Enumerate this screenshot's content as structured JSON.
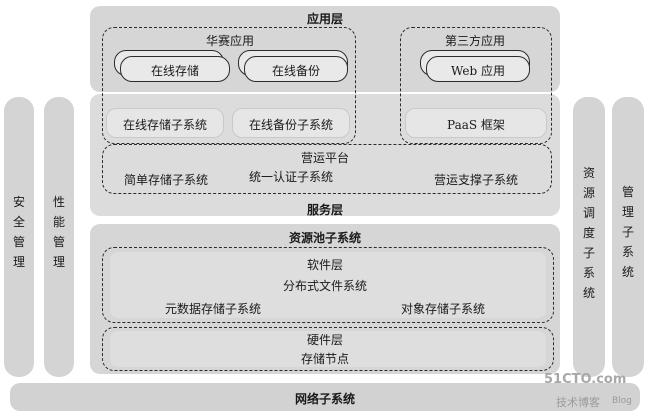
{
  "app_layer": {
    "title": "应用层",
    "huasai_group": {
      "title": "华赛应用",
      "apps": [
        "在线存储",
        "在线备份"
      ]
    },
    "third_party_group": {
      "title": "第三方应用",
      "apps": [
        "Web 应用"
      ]
    },
    "subsystems": [
      "在线存储子系统",
      "在线备份子系统",
      "PaaS 框架"
    ]
  },
  "service_layer": {
    "title": "服务层",
    "ops_platform": {
      "title": "营运平台",
      "items": [
        "简单存储子系统",
        "统一认证子系统",
        "营运支撑子系统"
      ]
    }
  },
  "resource_pool": {
    "title": "资源池子系统",
    "software_layer": {
      "title": "软件层",
      "dfs": "分布式文件系统",
      "items": [
        "元数据存储子系统",
        "对象存储子系统"
      ]
    },
    "hardware_layer": {
      "title": "硬件层",
      "node": "存储节点"
    }
  },
  "network": {
    "title": "网络子系统"
  },
  "sidebars": {
    "security": "安全管理",
    "performance": "性能管理",
    "resource_scheduling": "资源调度子系统",
    "management": "管理子系统"
  },
  "watermark": {
    "site": "51CTO.com",
    "subtitle": "技术博客",
    "blog": "Blog"
  }
}
